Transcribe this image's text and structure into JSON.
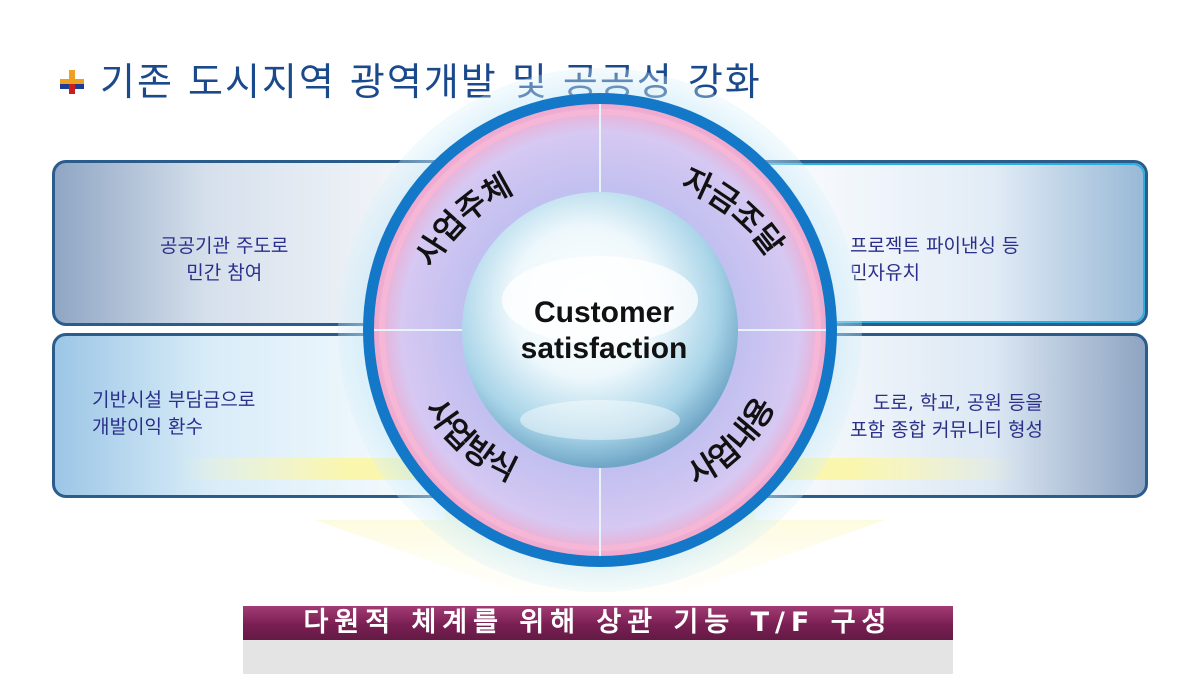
{
  "header": {
    "title": "기존 도시지역 광역개발 및 공공성 강화"
  },
  "center": {
    "line1": "Customer",
    "line2": "satisfaction"
  },
  "ring": {
    "top_left": "사업주체",
    "top_right": "자금조달",
    "bottom_left": "사업방식",
    "bottom_right": "사업내용"
  },
  "descriptions": {
    "top_left": "공공기관 주도로\n민간 참여",
    "top_right": "프로젝트 파이낸싱 등\n민자유치",
    "bottom_left": "기반시설 부담금으로\n      개발이익 환수",
    "bottom_right": "도로, 학교, 공원 등을\n포함 종합 커뮤니티 형성"
  },
  "result": {
    "label": "다원적 체계를 위해 상관 기능 T/F 구성"
  },
  "colors": {
    "title": "#1a4a8c",
    "description_text": "#2a2f8a",
    "ring_blue": "#1478c8",
    "result_bar": "#7a1f53"
  }
}
